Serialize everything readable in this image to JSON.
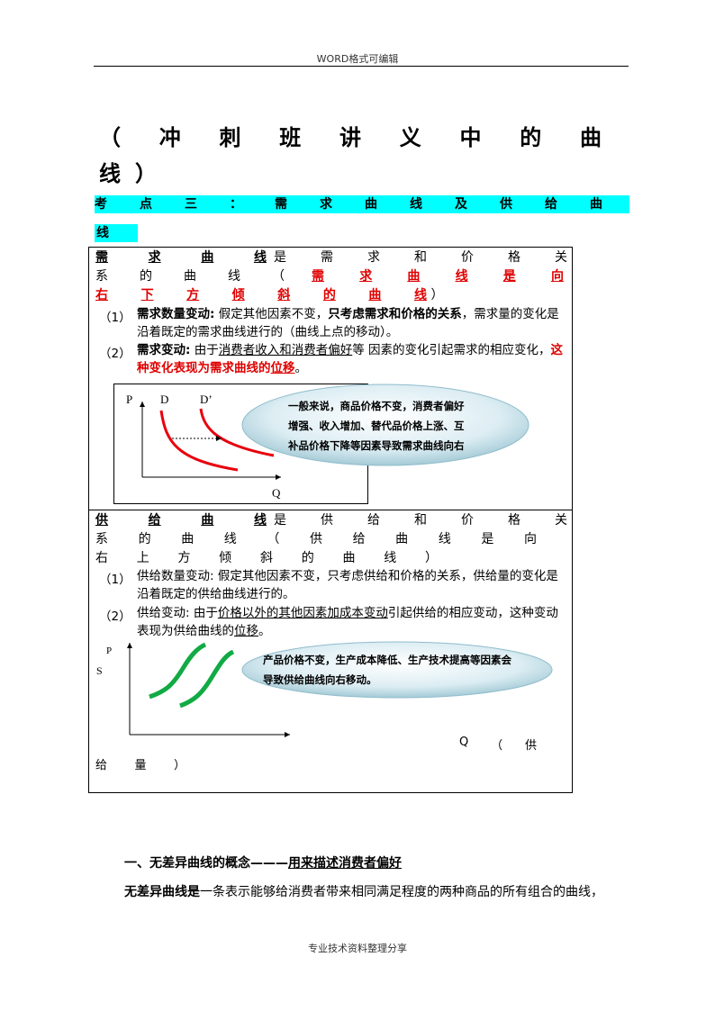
{
  "header": {
    "text": "WORD格式可编辑"
  },
  "title": {
    "line1": [
      "（",
      "冲",
      "刺",
      "班",
      "讲",
      "义",
      "中",
      "的",
      "曲"
    ],
    "line2": [
      "线",
      "）"
    ]
  },
  "section_heading": {
    "line1": [
      "考",
      "点",
      "三",
      "：",
      "需",
      "求",
      "曲",
      "线",
      "及",
      "供",
      "给",
      "曲"
    ],
    "line2": "线"
  },
  "demand": {
    "row1_under": [
      "需",
      "求",
      "曲",
      "线"
    ],
    "row1_rest": [
      "是",
      "需",
      "求",
      "和",
      "价",
      "格",
      "关"
    ],
    "row2_plain": [
      "系",
      "的",
      "曲",
      "线",
      "（"
    ],
    "row2_red": [
      "需",
      "求",
      "曲",
      "线",
      "是",
      "向"
    ],
    "row3_red": [
      "右",
      "下",
      "方",
      "倾",
      "斜",
      "的",
      "曲",
      "线"
    ],
    "row3_end": "）",
    "item1_num": "（1）",
    "item1_label": "需求数量变动:",
    "item1_text_a": " 假定其他因素不变，",
    "item1_bold": "只考虑需求和价格的关系",
    "item1_text_b": "，需求量的变化是沿着既定的需求曲线进行的（曲线上点的移动）。",
    "item2_num": "（2）",
    "item2_label": "需求变动:",
    "item2_text_a": " 由于",
    "item2_under": "消费者收入和消费者偏好",
    "item2_text_b": "等  因素的变化引起需求的相应变化，",
    "item2_red_a": "这种变化表现为需求曲线的",
    "item2_red_u": "位移",
    "item2_end": "。",
    "graph": {
      "p_label": "P",
      "d_label": "D",
      "d2_label": "D’",
      "q_label": "Q"
    },
    "bubble": [
      "一般来说，商品价格不变，消费者偏好",
      "增强、收入增加、替代品价格上涨、互",
      "补品价格下降等因素导致需求曲线向右"
    ]
  },
  "supply": {
    "row1_under": [
      "供",
      "给",
      "曲",
      "线"
    ],
    "row1_rest": [
      "是",
      "供",
      "给",
      "和",
      "价",
      "格",
      "关"
    ],
    "row2": [
      "系",
      "的",
      "曲",
      "线",
      "（",
      "供",
      "给",
      "曲",
      "线",
      "是",
      "向"
    ],
    "row3": [
      "右",
      "上",
      "方",
      "倾",
      "斜",
      "的",
      "曲",
      "线",
      "）"
    ],
    "item1_num": "（1）",
    "item1_text": "供给数量变动: 假定其他因素不变，只考虑供给和价格的关系，供给量的变化是沿着既定的供给曲线进行的。",
    "item2_num": "（2）",
    "item2_text_a": "供给变动: 由于",
    "item2_under": "价格以外的其他因素加成本变动",
    "item2_text_b": "引起供给的相应变动，这种变动表现为供给曲线的",
    "item2_under2": "位移",
    "item2_end": "。",
    "graph": {
      "p_label": "P",
      "s_label": "S",
      "q_tail": [
        "Q",
        "（",
        "供"
      ],
      "q_line2": [
        "给",
        "量",
        "）"
      ]
    },
    "bubble": [
      "产品价格不变，生产成本降低、生产技术提高等因素会",
      "导致供给曲线向右移动。"
    ]
  },
  "indifference": {
    "title_a": "一、无差异曲线的概念",
    "title_dash": "———",
    "title_b": "用来描述消费者偏好",
    "def_bold": "无差异曲线是",
    "def_text": "一条表示能够给消费者带来相同满足程度的两种商品的所有组合的曲线，"
  },
  "footer": {
    "text": "专业技术资料整理分享"
  },
  "colors": {
    "highlight": "#00ffff",
    "red": "#e00000",
    "green": "#11aa44",
    "bubble": "#cfe8ef"
  }
}
